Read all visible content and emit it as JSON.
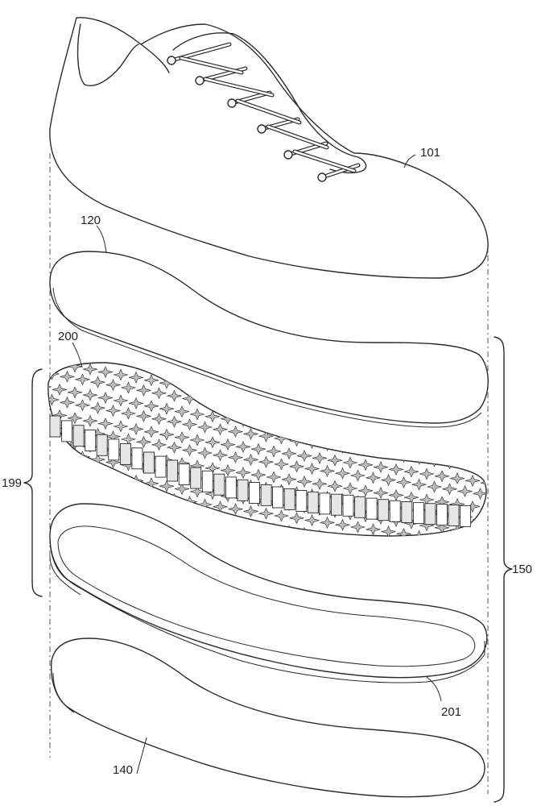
{
  "labels": {
    "upper": "101",
    "insole": "120",
    "lattice_midsole": "200",
    "midsole_group": "199",
    "sole_assembly": "150",
    "tray": "201",
    "outsole": "140"
  },
  "colors": {
    "line": "#2a2a2a",
    "background": "#ffffff",
    "lattice_shade": "#bdbdbd"
  }
}
